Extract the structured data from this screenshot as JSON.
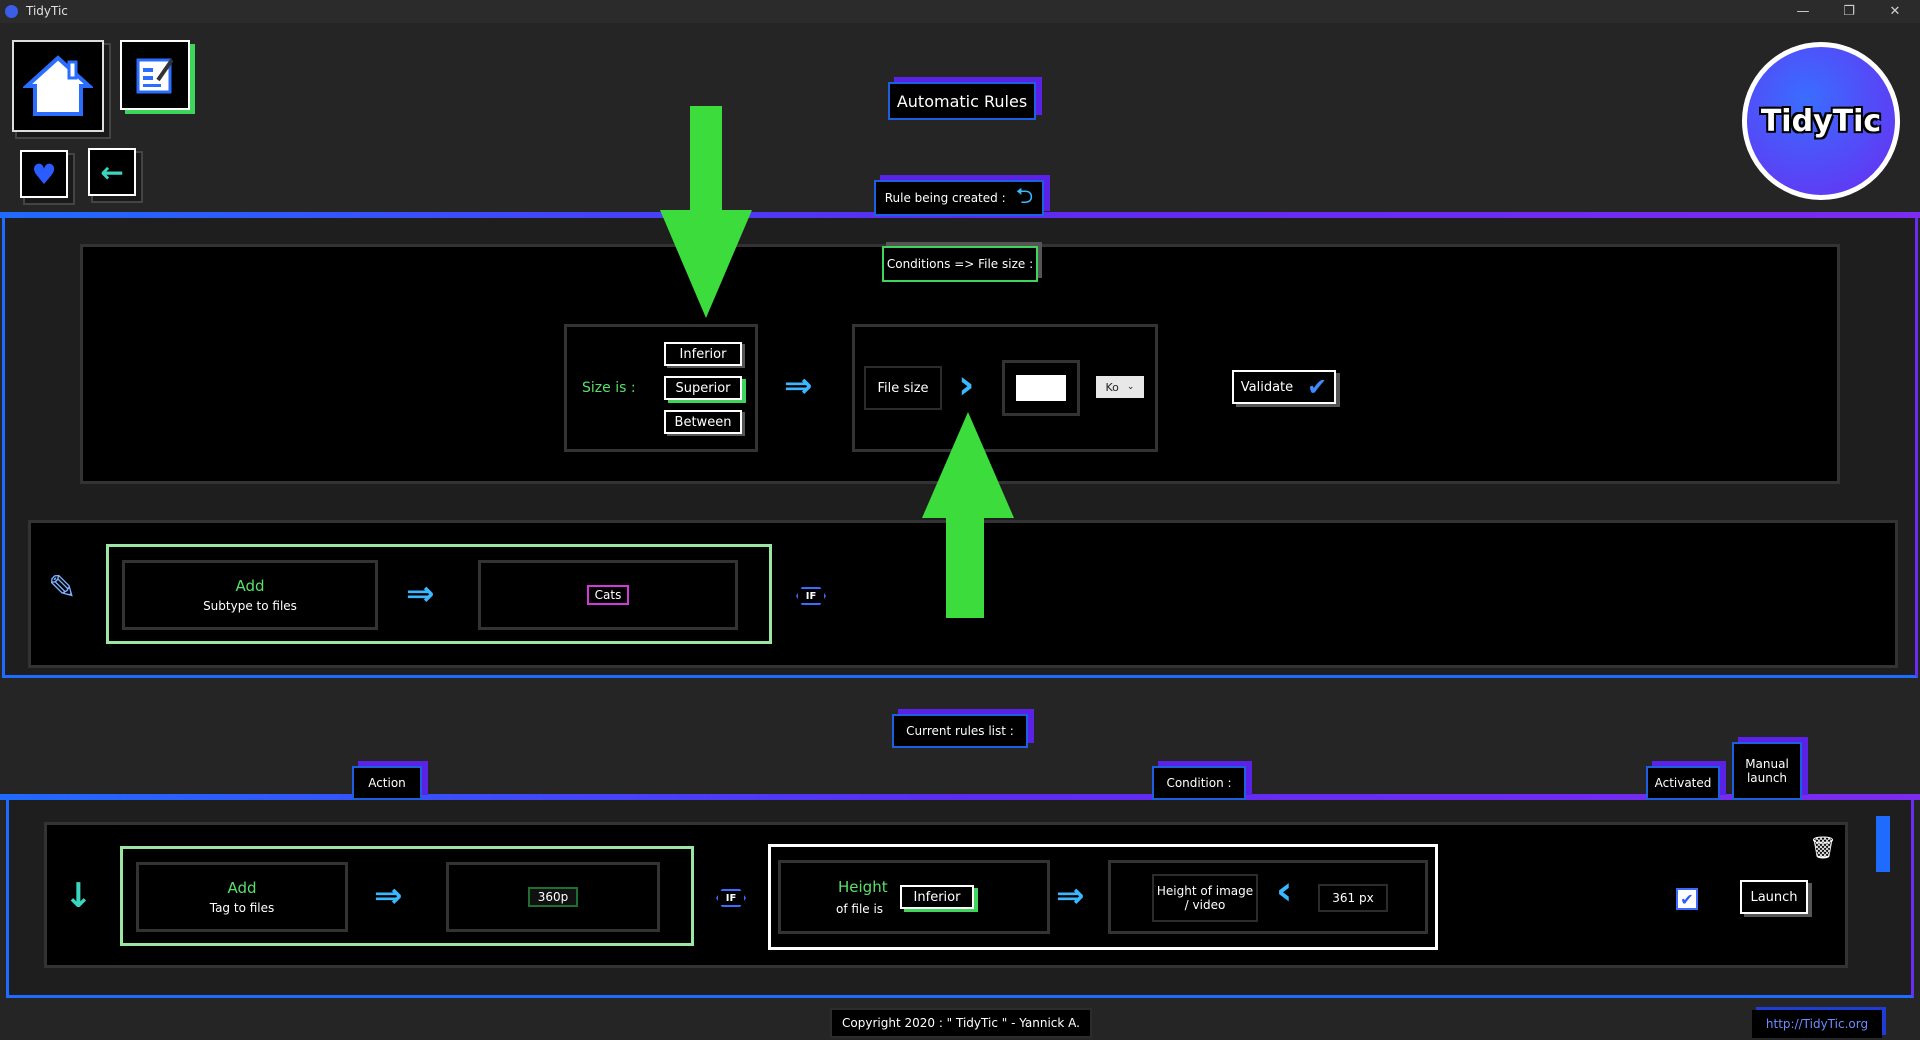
{
  "window": {
    "title": "TidyTic",
    "minimize": "—",
    "restore": "❐",
    "close": "✕"
  },
  "header": {
    "title": "Automatic Rules",
    "logo_text": "TidyTic"
  },
  "nav": {
    "home_icon": "home-icon",
    "report_icon": "report-icon",
    "favorite_icon": "heart-icon",
    "back_icon": "back-arrow-icon"
  },
  "creation": {
    "label": "Rule being created :",
    "undo_icon": "undo-icon",
    "conditions_title": "Conditions => File size :",
    "size_is": "Size is :",
    "options": [
      "Inferior",
      "Superior",
      "Between"
    ],
    "file_size_label": "File size",
    "compare_icon": "chevron-right-icon",
    "size_value": "",
    "unit": "Ko",
    "validate": "Validate"
  },
  "action": {
    "verb": "Add",
    "target": "Subtype to files",
    "value": "Cats",
    "if_badge": "IF"
  },
  "rules_list": {
    "title": "Current rules list :",
    "col_action": "Action",
    "col_condition": "Condition :",
    "col_activated": "Activated",
    "col_manual": "Manual launch",
    "rows": [
      {
        "verb": "Add",
        "target": "Tag to files",
        "value": "360p",
        "if_badge": "IF",
        "cond_title": "Height",
        "cond_sub": "of file is",
        "cond_op": "Inferior",
        "cond_field": "Height of image / video",
        "cond_value": "361 px",
        "launch": "Launch"
      }
    ]
  },
  "footer": {
    "copyright": "Copyright 2020 : \" TidyTic \" - Yannick A.",
    "link": "http://TidyTic.org"
  },
  "colors": {
    "accent_blue": "#1f6bff",
    "accent_purple": "#6a2cf0",
    "accent_green": "#3dd65a",
    "pink": "#d23ad6"
  }
}
